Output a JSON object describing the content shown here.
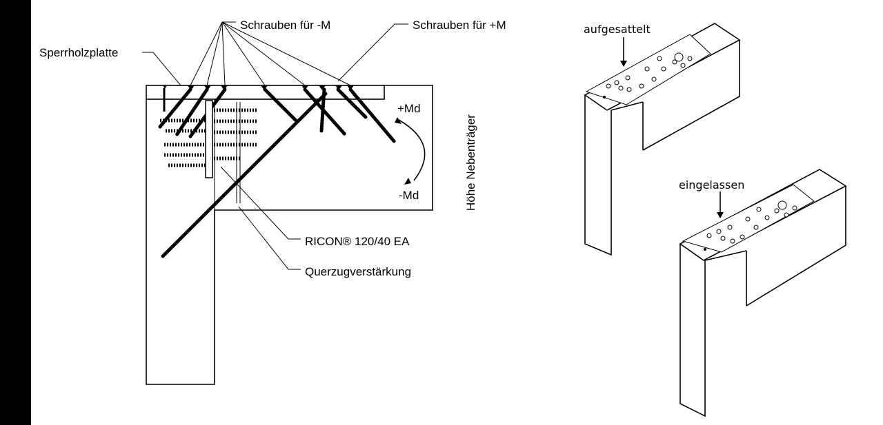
{
  "labels": {
    "screws_minus": "Schrauben für -M",
    "screws_plus": "Schrauben für +M",
    "plywood": "Sperrholzplatte",
    "moment_plus": "+Md",
    "moment_minus": "-Md",
    "height": "Höhe Nebenträger",
    "ricon": "RICON® 120/40 EA",
    "reinforcement": "Querzugverstärkung",
    "mounted": "aufgesattelt",
    "recessed": "eingelassen"
  }
}
